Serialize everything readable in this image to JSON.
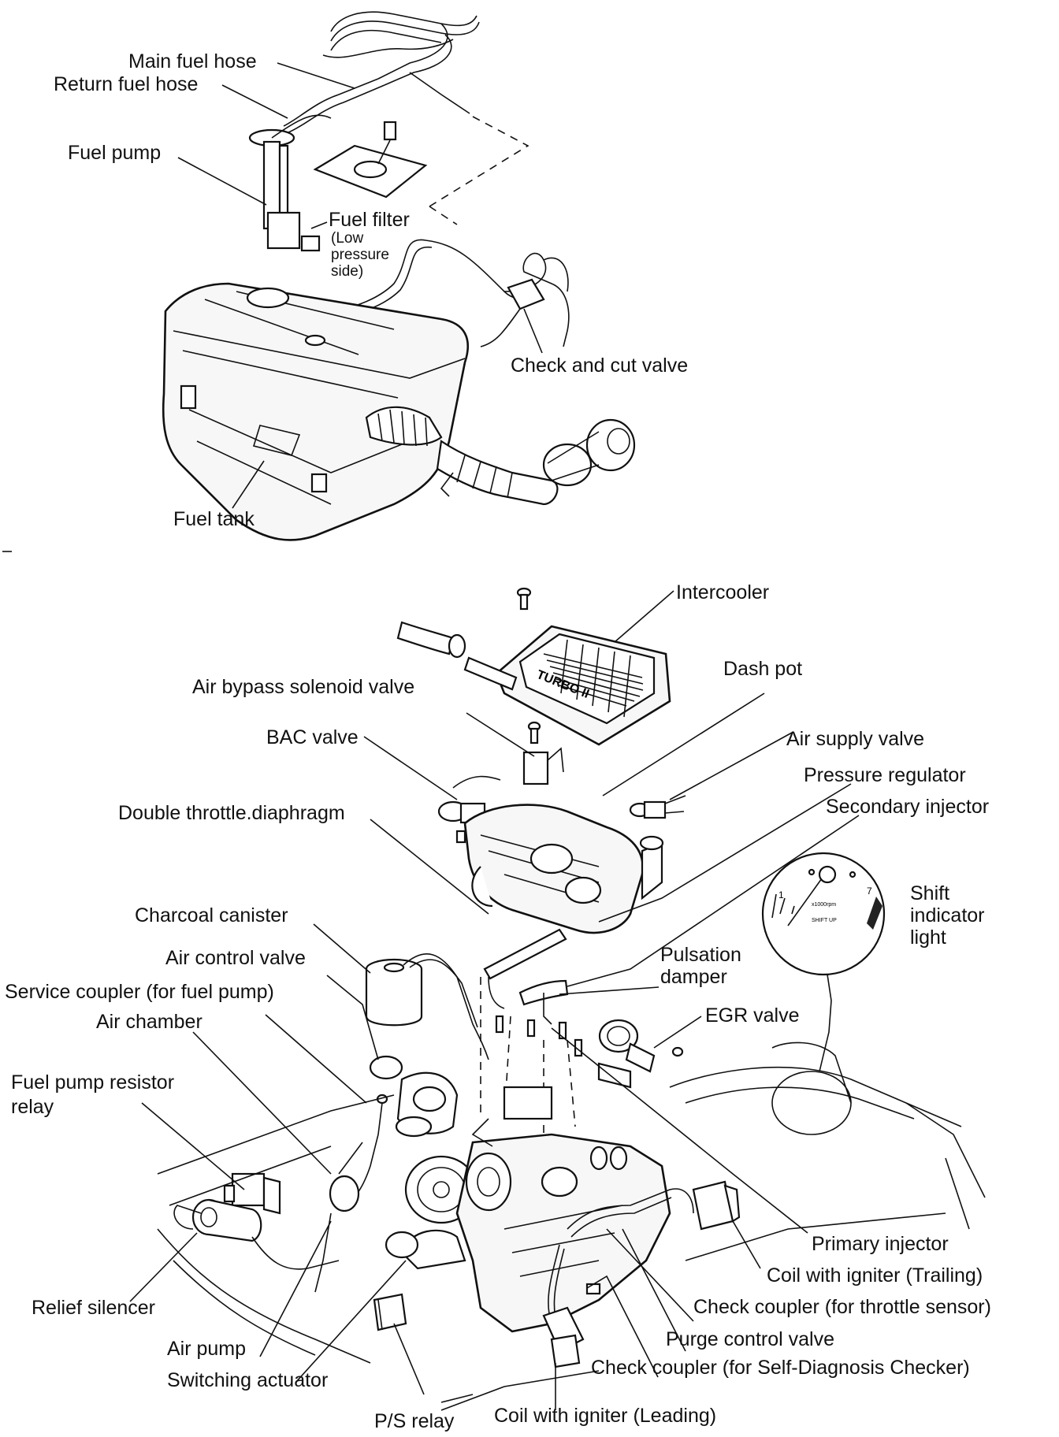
{
  "fuel_system": {
    "labels": {
      "main_fuel_hose": "Main fuel hose",
      "return_fuel_hose": "Return fuel hose",
      "fuel_pump": "Fuel pump",
      "fuel_filter": "Fuel filter",
      "fuel_filter_note_1": "(Low",
      "fuel_filter_note_2": "pressure",
      "fuel_filter_note_3": "side)",
      "check_and_cut_valve": "Check and cut valve",
      "fuel_tank": "Fuel tank"
    }
  },
  "engine_system": {
    "labels": {
      "intercooler": "Intercooler",
      "dash_pot": "Dash pot",
      "air_bypass_solenoid_valve": "Air bypass solenoid valve",
      "bac_valve": "BAC valve",
      "air_supply_valve": "Air supply valve",
      "pressure_regulator": "Pressure regulator",
      "double_throttle_diaphragm": "Double throttle.diaphragm",
      "secondary_injector": "Secondary injector",
      "shift_indicator_light_1": "Shift",
      "shift_indicator_light_2": "indicator",
      "shift_indicator_light_3": "light",
      "charcoal_canister": "Charcoal canister",
      "pulsation_damper_1": "Pulsation",
      "pulsation_damper_2": "damper",
      "air_control_valve": "Air control valve",
      "service_coupler": "Service coupler (for fuel pump)",
      "egr_valve": "EGR valve",
      "air_chamber": "Air chamber",
      "fuel_pump_resistor_relay_1": "Fuel pump resistor",
      "fuel_pump_resistor_relay_2": "relay",
      "primary_injector": "Primary injector",
      "coil_with_igniter_trailing": "Coil with igniter (Trailing)",
      "relief_silencer": "Relief silencer",
      "check_coupler_throttle": "Check coupler (for throttle sensor)",
      "purge_control_valve": "Purge control valve",
      "air_pump": "Air pump",
      "check_coupler_self_diag": "Check coupler (for Self-Diagnosis Checker)",
      "switching_actuator": "Switching actuator",
      "coil_with_igniter_leading": "Coil with igniter (Leading)",
      "ps_relay": "P/S relay"
    },
    "intercooler_badge": "TURBO II",
    "tachometer": {
      "scale_low": "1",
      "scale_high": "7",
      "units": "x1000rpm",
      "shift_up": "SHIFT UP"
    }
  }
}
